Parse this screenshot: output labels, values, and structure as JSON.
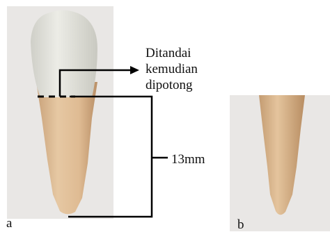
{
  "panels": {
    "a": {
      "label": "a"
    },
    "b": {
      "label": "b"
    }
  },
  "annotation": {
    "lines": [
      "Ditandai",
      "kemudian",
      "dipotong"
    ]
  },
  "measurement": {
    "label": "13mm"
  },
  "colors": {
    "panel_bg": "#e9e7e5",
    "crown": "#dcdcd6",
    "root": "#d8b48d",
    "root_shadow": "#c29a70",
    "line": "#000000"
  }
}
